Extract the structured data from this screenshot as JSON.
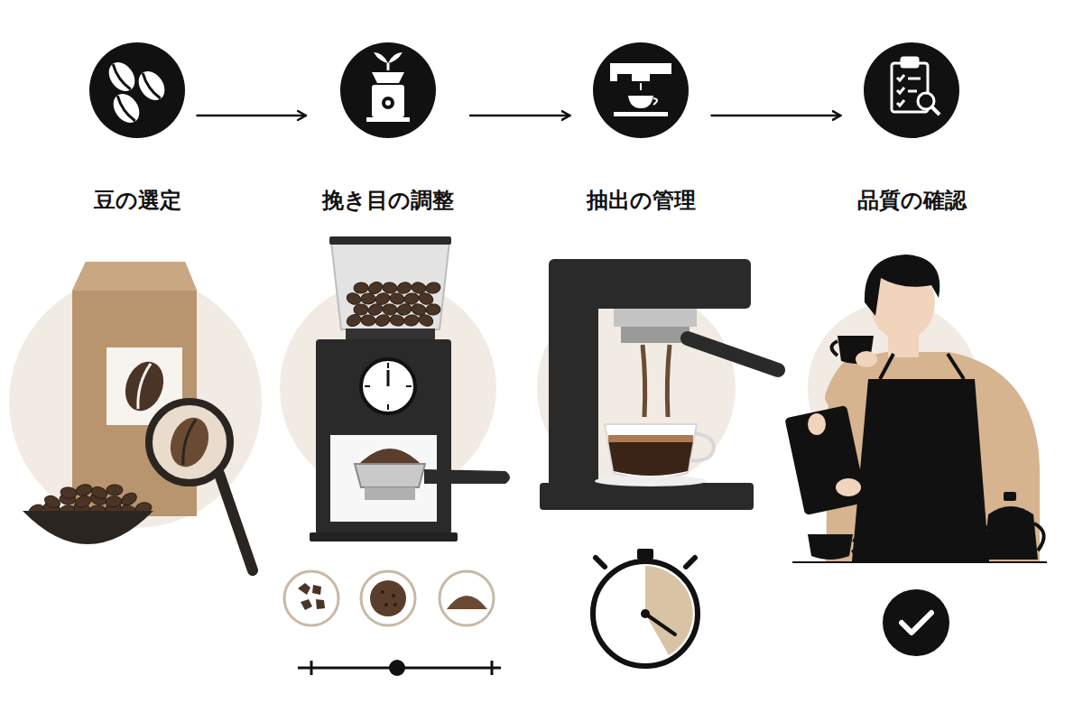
{
  "diagram": {
    "nodes": [
      {
        "text": [
          "豆の選定"
        ]
      },
      {
        "text": [
          "挽き目の調整"
        ]
      },
      {
        "text": [
          "抽出の管理"
        ]
      },
      {
        "text": [
          "品質の確認"
        ]
      }
    ],
    "edges": [
      {
        "from": 0,
        "to": 1,
        "arrow": "to"
      },
      {
        "from": 1,
        "to": 2,
        "arrow": "to"
      },
      {
        "from": 2,
        "to": 3,
        "arrow": "to"
      }
    ]
  }
}
